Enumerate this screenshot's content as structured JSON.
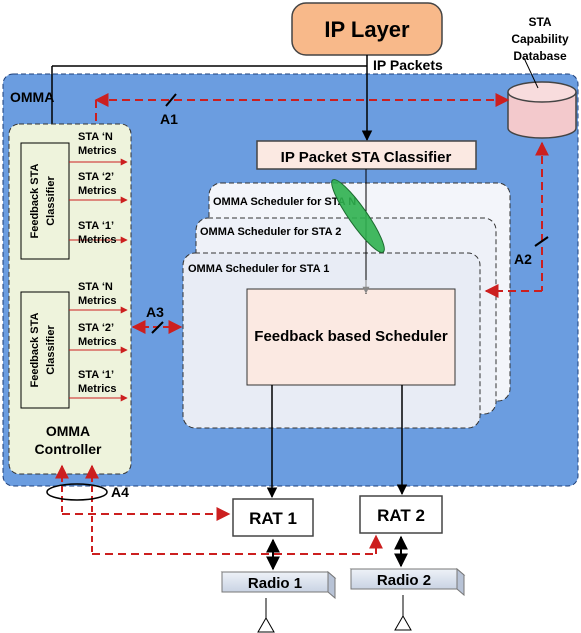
{
  "ip_layer": {
    "label": "IP Layer"
  },
  "ip_packets_label": "IP Packets",
  "database": {
    "label_line1": "STA",
    "label_line2": "Capability",
    "label_line3": "Database"
  },
  "omma": {
    "title": "OMMA",
    "classifier_label": "IP Packet STA Classifier",
    "schedulers": [
      {
        "label": "OMMA Scheduler for STA N"
      },
      {
        "label": "OMMA Scheduler for STA 2"
      },
      {
        "label": "OMMA Scheduler for STA 1"
      }
    ],
    "feedback_scheduler_label": "Feedback based Scheduler"
  },
  "controller": {
    "label_line1": "OMMA",
    "label_line2": "Controller",
    "classifier_vertical_label_line1": "Feedback STA",
    "classifier_vertical_label_line2": "Classifier",
    "metrics_groups": [
      [
        {
          "line1": "STA ‘N",
          "line2": "Metrics"
        },
        {
          "line1": "STA ‘2’",
          "line2": "Metrics"
        },
        {
          "line1": "STA ‘1’",
          "line2": "Metrics"
        }
      ],
      [
        {
          "line1": "STA ‘N",
          "line2": "Metrics"
        },
        {
          "line1": "STA ‘2’",
          "line2": "Metrics"
        },
        {
          "line1": "STA ‘1’",
          "line2": "Metrics"
        }
      ]
    ]
  },
  "interfaces": {
    "a1": "A1",
    "a2": "A2",
    "a3": "A3",
    "a4": "A4"
  },
  "rats": [
    {
      "label": "RAT 1"
    },
    {
      "label": "RAT 2"
    }
  ],
  "radios": [
    {
      "label": "Radio 1"
    },
    {
      "label": "Radio 2"
    }
  ],
  "colors": {
    "ip_layer_fill": "#f8b98a",
    "omma_fill": "#6b9de0",
    "controller_fill": "#eef3dc",
    "scheduler_fill": "#f3f5fa",
    "feedback_box_fill": "#fbe9e2",
    "database_fill": "#f3c9cc",
    "dashed_red": "#cc1f1f",
    "ellipse_green": "#2fb14f"
  }
}
